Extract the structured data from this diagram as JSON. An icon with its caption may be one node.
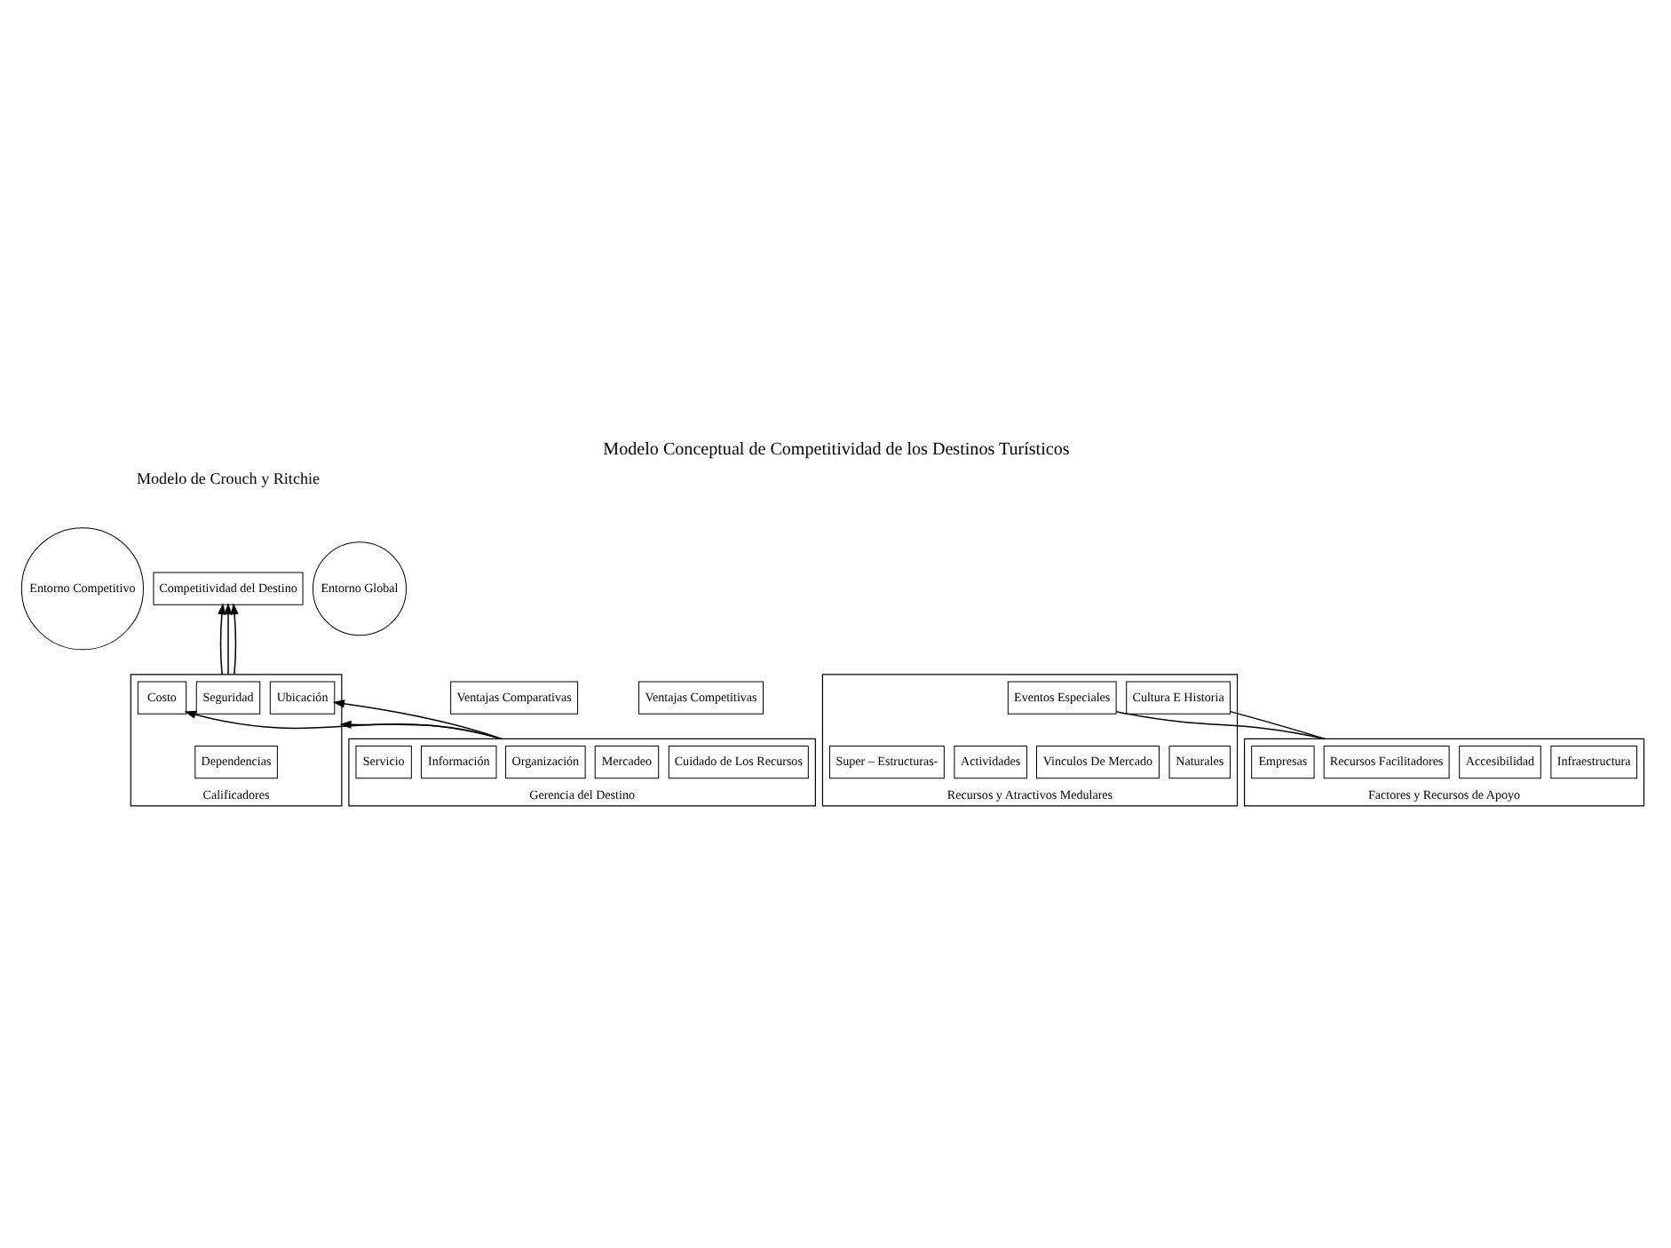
{
  "diagram": {
    "title": "Modelo Conceptual de Competitividad de los Destinos Turísticos",
    "nodes": [
      {
        "text": [
          "Entorno Competitivo"
        ]
      },
      {
        "text": [
          "Competitividad del Destino"
        ]
      },
      {
        "text": [
          "Entorno Global"
        ]
      },
      {
        "text": [
          "Ventajas Comparativas"
        ]
      },
      {
        "text": [
          "Calificadores"
        ]
      },
      {
        "text": [
          "Ubicación"
        ],
        "in": 4
      },
      {
        "text": [
          "Dependencias"
        ],
        "in": 4
      },
      {
        "text": [
          "Seguridad"
        ],
        "in": 4
      },
      {
        "text": [
          "Costo"
        ],
        "in": 4
      },
      {
        "text": [
          "Ventajas Competitivas"
        ]
      },
      {
        "text": [
          "Gerencia del Destino"
        ]
      },
      {
        "text": [
          "Cuidado de Los Recursos"
        ],
        "in": 10
      },
      {
        "text": [
          "Mercadeo"
        ],
        "in": 10
      },
      {
        "text": [
          "Organización"
        ],
        "in": 10
      },
      {
        "text": [
          "Información"
        ],
        "in": 10
      },
      {
        "text": [
          "Servicio"
        ],
        "in": 10
      },
      {
        "text": [
          "Recursos y Atractivos Medulares"
        ]
      },
      {
        "text": [
          "Naturales"
        ],
        "in": 16
      },
      {
        "text": [
          "Cultura E Historia"
        ],
        "in": 16
      },
      {
        "text": [
          "Vinculos De Mercado"
        ],
        "in": 16
      },
      {
        "text": [
          "Actividades"
        ],
        "in": 16
      },
      {
        "text": [
          "Eventos Especiales"
        ],
        "in": 16
      },
      {
        "text": [
          "Super – Estructuras-"
        ],
        "in": 16
      },
      {
        "text": [
          "Factores y Recursos de Apoyo"
        ]
      },
      {
        "text": [
          "Infraestructura"
        ],
        "in": 23
      },
      {
        "text": [
          "Accesibilidad"
        ],
        "in": 23
      },
      {
        "text": [
          "Recursos Facilitadores"
        ],
        "in": 23
      },
      {
        "text": [
          "Empresas"
        ],
        "in": 23
      }
    ],
    "edges": [
      {
        "from": 4,
        "to": 1,
        "arrow": "to"
      },
      {
        "from": 4,
        "to": 1,
        "arrow": "to"
      },
      {
        "from": 4,
        "to": 1,
        "arrow": "to"
      },
      {
        "from": 10,
        "to": 5,
        "arrow": "to"
      },
      {
        "from": 10,
        "to": 4,
        "arrow": "to"
      },
      {
        "from": 10,
        "to": 8,
        "arrow": "to"
      },
      {
        "from": 18,
        "to": 23,
        "arrow": "none"
      },
      {
        "from": 21,
        "to": 23,
        "arrow": "none"
      }
    ],
    "labels": [
      "Modelo de Crouch y Ritchie"
    ]
  }
}
